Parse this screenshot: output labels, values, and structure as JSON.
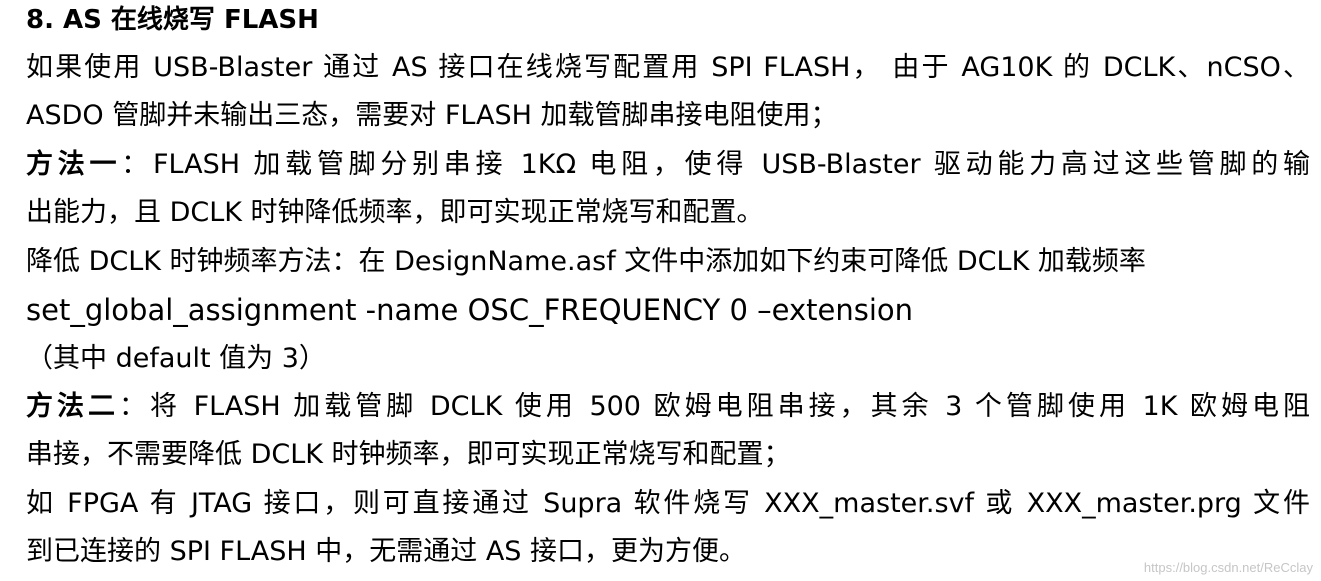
{
  "doc": {
    "heading": "8. AS 在线烧写 FLASH",
    "para1_l1": "如果使用 USB-Blaster 通过 AS 接口在线烧写配置用 SPI FLASH， 由于 AG10K 的 DCLK、nCSO、",
    "para1_l2": "ASDO 管脚并未输出三态，需要对 FLASH 加载管脚串接电阻使用；",
    "method1_label": "方法一",
    "method1_l1": "：FLASH 加载管脚分别串接 1KΩ 电阻，使得 USB-Blaster 驱动能力高过这些管脚的输",
    "method1_l2": "出能力，且 DCLK 时钟降低频率，即可实现正常烧写和配置。",
    "reduce_line": "降低 DCLK 时钟频率方法：在 DesignName.asf 文件中添加如下约束可降低 DCLK 加载频率",
    "code_line": "set_global_assignment -name OSC_FREQUENCY 0 –extension",
    "default_note": "（其中 default 值为 3）",
    "method2_label": "方法二",
    "method2_l1": "：将 FLASH 加载管脚 DCLK 使用 500 欧姆电阻串接，其余 3 个管脚使用 1K 欧姆电阻",
    "method2_l2": "串接，不需要降低 DCLK 时钟频率，即可实现正常烧写和配置；",
    "jtag_l1": "如 FPGA 有 JTAG 接口，则可直接通过 Supra 软件烧写 XXX_master.svf 或 XXX_master.prg 文件",
    "jtag_l2": "到已连接的 SPI FLASH 中，无需通过 AS 接口，更为方便。"
  },
  "watermark": "https://blog.csdn.net/ReCclay"
}
